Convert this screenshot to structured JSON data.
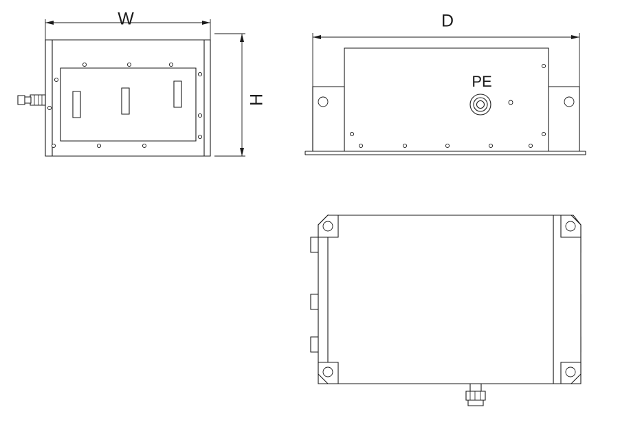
{
  "drawing": {
    "title": "",
    "background_color": "#ffffff",
    "line_color": "#1a1a1a",
    "views": {
      "front": {
        "name": "front-view",
        "dimension_labels": {
          "width": "W",
          "height": "H"
        }
      },
      "side": {
        "name": "side-view",
        "dimension_labels": {
          "depth": "D"
        },
        "annotations": {
          "ground_terminal": "PE"
        }
      },
      "top": {
        "name": "top-view",
        "dimension_labels": {}
      }
    }
  }
}
